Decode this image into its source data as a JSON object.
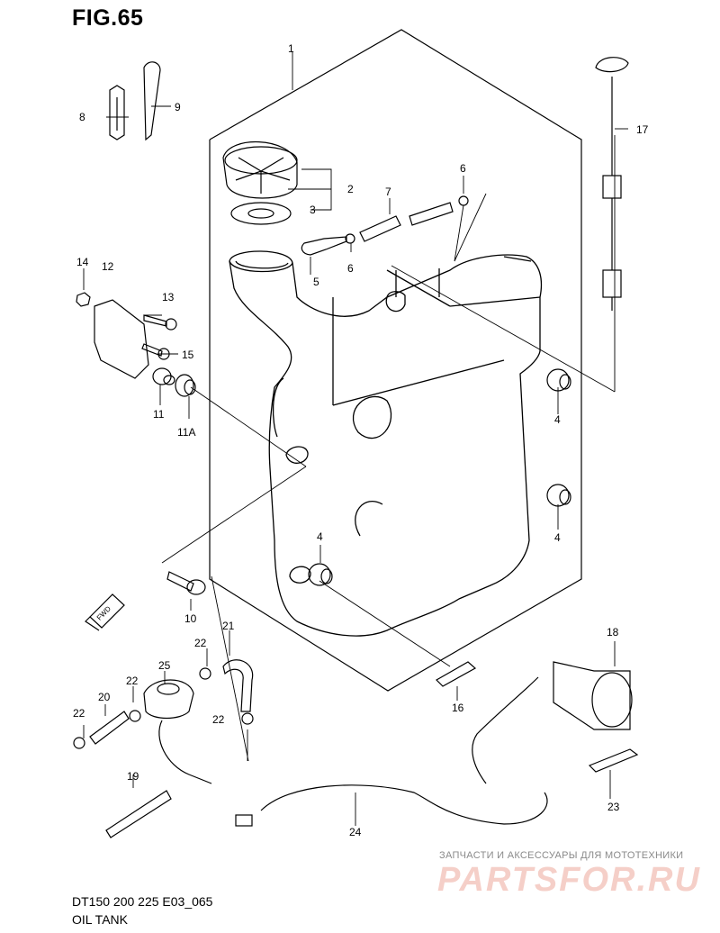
{
  "figure": {
    "title": "FIG.65"
  },
  "footer": {
    "model_line": "DT150 200 225 E03_065",
    "section_name": "OIL TANK"
  },
  "watermark": {
    "tagline": "ЗАПЧАСТИ И АКСЕССУАРЫ ДЛЯ МОТОТЕХНИКИ",
    "brand": "PARTSFOR.RU"
  },
  "fwd_label": "FWD",
  "callouts": {
    "c1": "1",
    "c2": "2",
    "c3": "3",
    "c4a": "4",
    "c4b": "4",
    "c4c": "4",
    "c5": "5",
    "c6a": "6",
    "c6b": "6",
    "c7": "7",
    "c8": "8",
    "c9": "9",
    "c10": "10",
    "c11": "11",
    "c11a": "11A",
    "c12": "12",
    "c13": "13",
    "c14": "14",
    "c15": "15",
    "c16": "16",
    "c17": "17",
    "c18": "18",
    "c19": "19",
    "c20": "20",
    "c21": "21",
    "c22a": "22",
    "c22b": "22",
    "c22c": "22",
    "c22d": "22",
    "c23": "23",
    "c24": "24",
    "c25": "25"
  }
}
